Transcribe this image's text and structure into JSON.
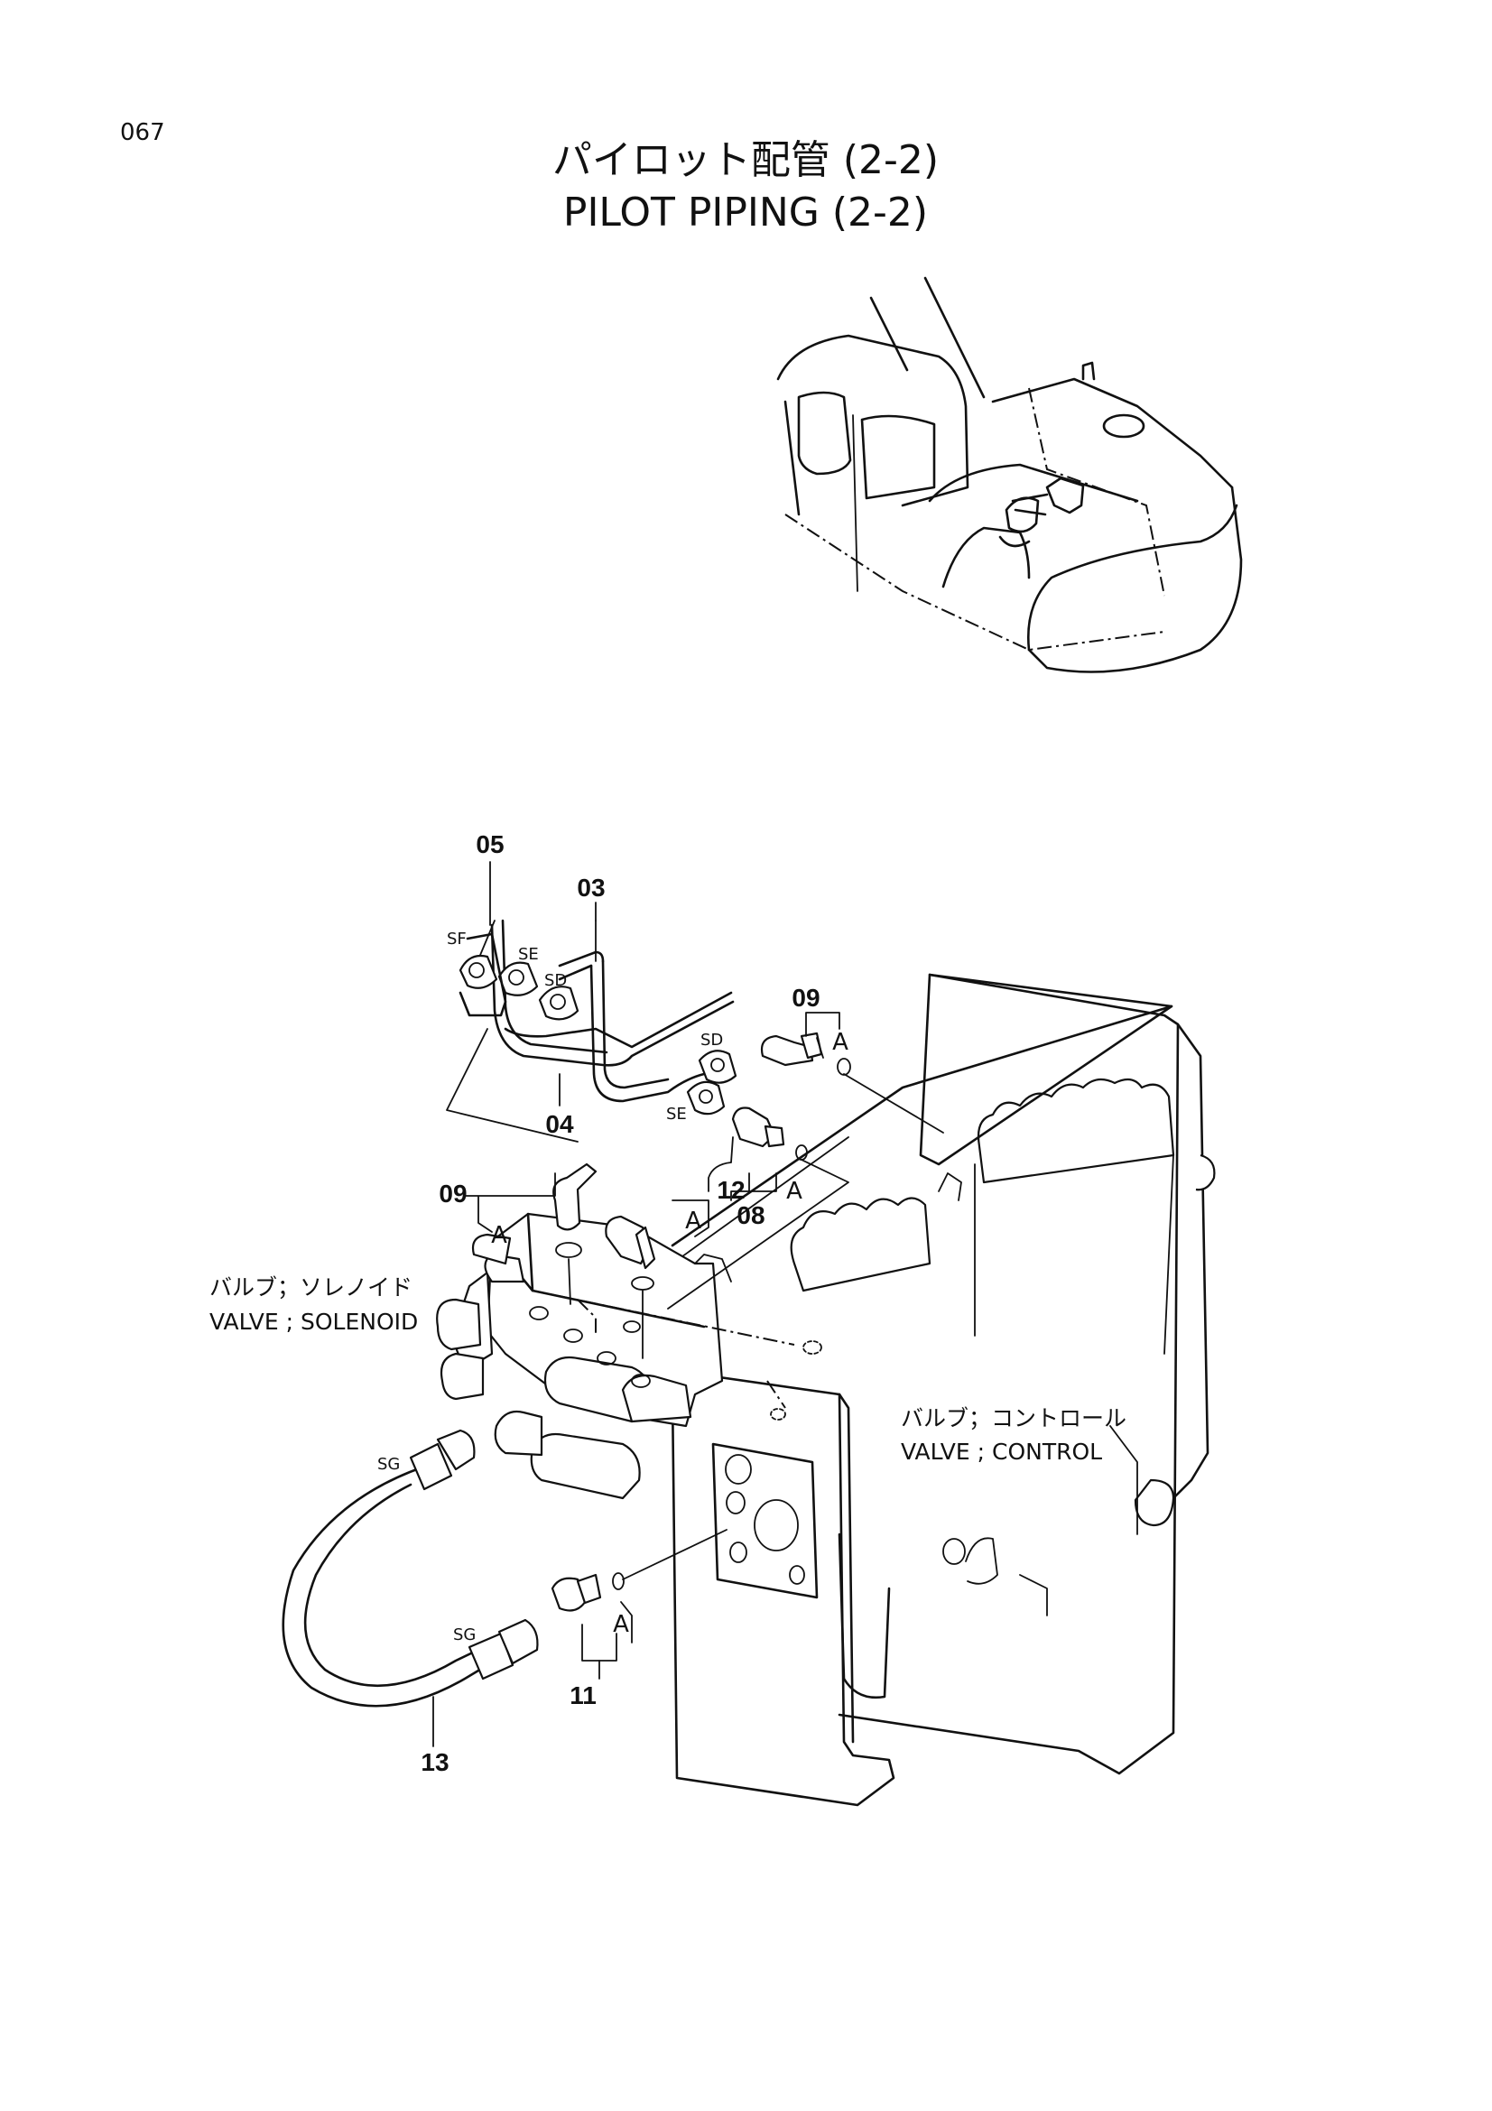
{
  "page_number": "067",
  "title_jp": "パイロット配管 (2-2)",
  "title_en": "PILOT PIPING (2-2)",
  "part_numbers": {
    "p05": "05",
    "p03": "03",
    "p04": "04",
    "p09_top": "09",
    "p09_left": "09",
    "p12": "12",
    "p08": "08",
    "p11": "11",
    "p13": "13"
  },
  "ports": {
    "sf": "SF",
    "se_top": "SE",
    "sd_top": "SD",
    "sd_mid": "SD",
    "se_mid": "SE",
    "sg_upper": "SG",
    "sg_lower": "SG"
  },
  "ref_marks": {
    "a1": "A",
    "a2": "A",
    "a3": "A",
    "a4": "A",
    "a5": "A"
  },
  "callouts": {
    "solenoid_jp": "バルブ；ソレノイド",
    "solenoid_en": "VALVE ; SOLENOID",
    "control_jp": "バルブ；コントロール",
    "control_en": "VALVE ; CONTROL"
  }
}
